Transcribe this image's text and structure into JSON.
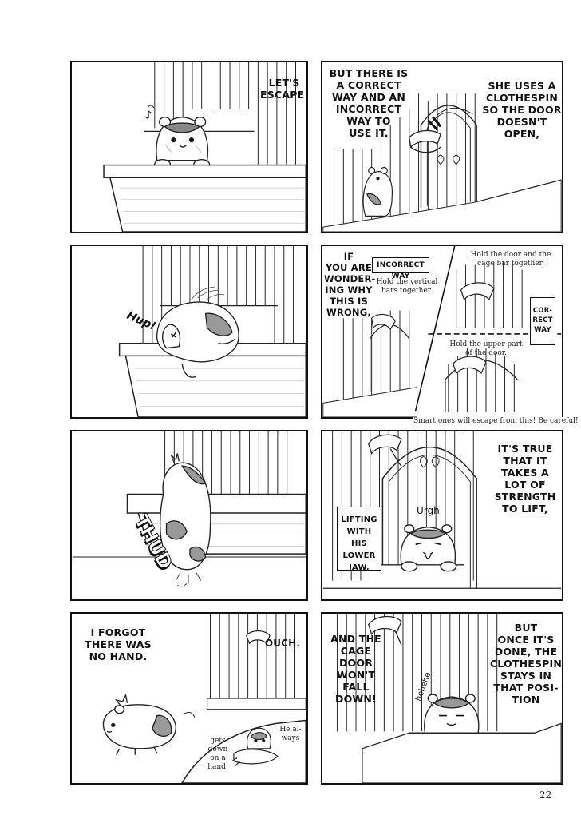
{
  "panels": {
    "p1": {
      "speech": "LET'S\nESCAPE!"
    },
    "p2": {
      "narration_left": "BUT THERE IS\nA CORRECT\nWAY AND AN\nINCORRECT\nWAY TO\nUSE IT.",
      "narration_right": "SHE USES A\nCLOTHESPIN\nSO THE DOOR\nDOESN'T\nOPEN,"
    },
    "p3": {
      "sfx": "Hup!"
    },
    "p4": {
      "narration": "IF\nYOU ARE\nWONDER-\nING WHY\nTHIS IS\nWRONG,",
      "incorrect_label": "INCORRECT WAY",
      "incorrect_note": "Hold the vertical\nbars together.",
      "correct_note_top": "Hold the door and the\ncage bar together.",
      "correct_label": "COR-\nRECT\nWAY",
      "correct_note_bottom": "Hold the upper part\nof the door.",
      "warning": "Smart ones will escape from this! Be careful!"
    },
    "p5": {
      "sfx": "THUD"
    },
    "p6": {
      "sfx": "Urgh",
      "caption": "LIFTING\nWITH HIS\nLOWER\nJAW.",
      "narration": "IT'S TRUE\nTHAT IT\nTAKES A\nLOT OF\nSTRENGTH\nTO LIFT,"
    },
    "p7": {
      "narration": "I FORGOT\nTHERE WAS\nNO HAND.",
      "speech": "OUCH.",
      "note_right": "He al-\nways",
      "note_left": "gets\ndown\non a\nhand."
    },
    "p8": {
      "narration_left": "AND THE\nCAGE\nDOOR\nWON'T\nFALL\nDOWN!",
      "sfx": "hehehe",
      "narration_right": "BUT\nONCE IT'S\nDONE, THE\nCLOTHESPIN\nSTAYS IN\nTHAT POSI-\nTION"
    }
  },
  "page_number": "22"
}
